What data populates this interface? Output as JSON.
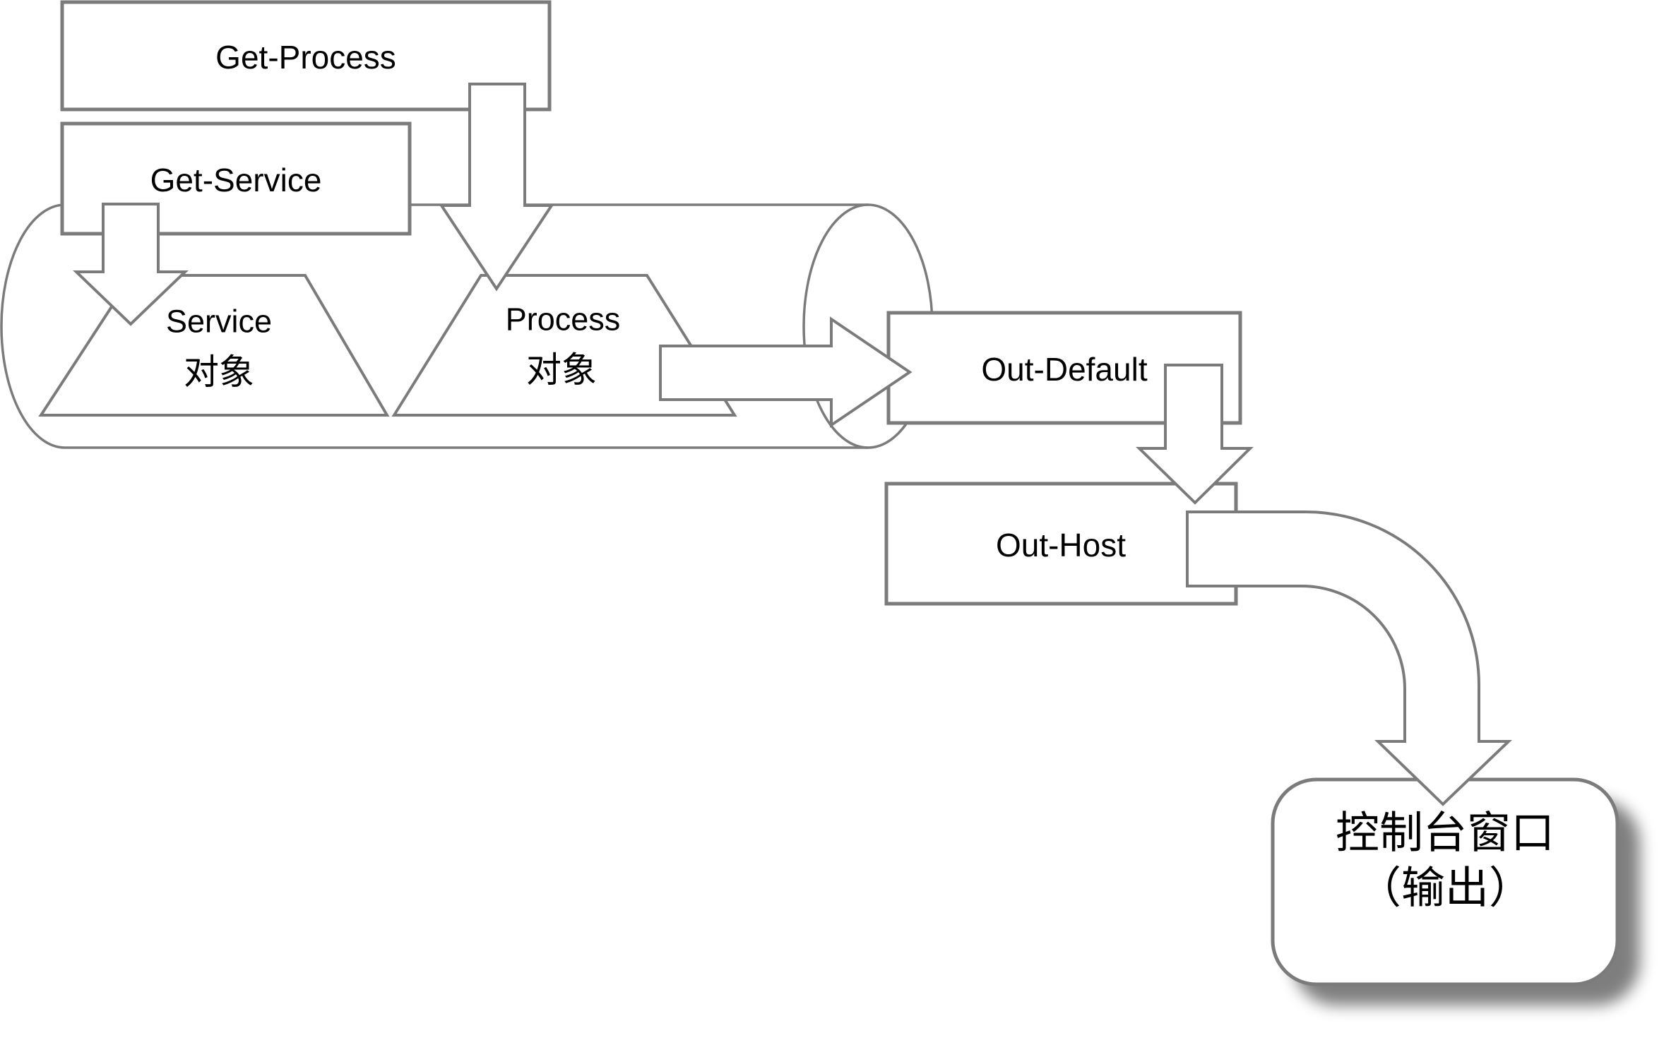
{
  "colors": {
    "stroke": "#7b7b7b",
    "text": "#000000",
    "canvas": "#ffffff",
    "shape_fill": "#ffffff"
  },
  "nodes": {
    "get_process": {
      "label": "Get-Process"
    },
    "get_service": {
      "label": "Get-Service"
    },
    "service_object": {
      "label": "Service",
      "sublabel": "对象"
    },
    "process_object": {
      "label": "Process",
      "sublabel": "对象"
    },
    "out_default": {
      "label": "Out-Default"
    },
    "out_host": {
      "label": "Out-Host"
    },
    "console_window": {
      "label": "控制台窗口",
      "sublabel": "（输出）"
    }
  }
}
